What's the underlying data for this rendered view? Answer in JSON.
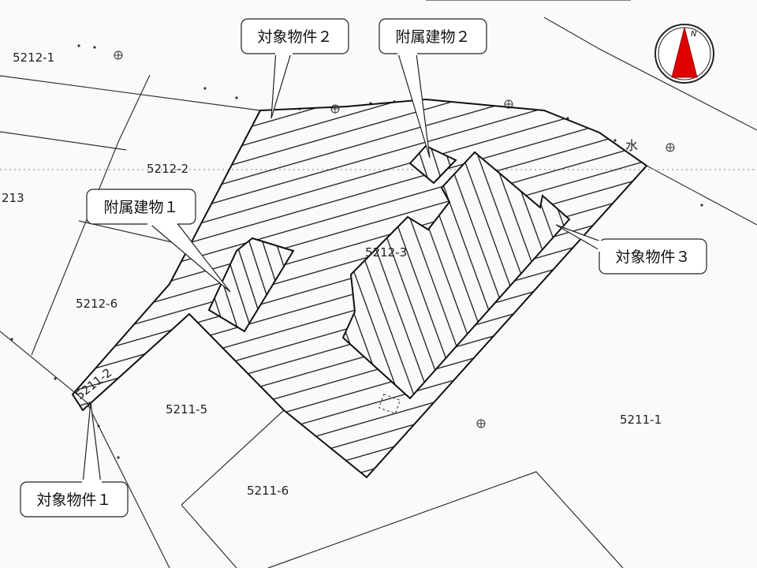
{
  "map": {
    "parcels": [
      {
        "id": "p-5212-1",
        "label": "5212-1"
      },
      {
        "id": "p-5212-2",
        "label": "5212-2"
      },
      {
        "id": "p-5212-3",
        "label": "5212-3"
      },
      {
        "id": "p-5212-6",
        "label": "5212-6"
      },
      {
        "id": "p-213",
        "label": "213"
      },
      {
        "id": "p-5211-2",
        "label": "5211-2"
      },
      {
        "id": "p-5211-5",
        "label": "5211-5"
      },
      {
        "id": "p-5211-6",
        "label": "5211-6"
      },
      {
        "id": "p-5211-1",
        "label": "5211-1"
      }
    ],
    "water_label": "水",
    "callouts": {
      "target1": "対象物件１",
      "target2": "対象物件２",
      "target3": "対象物件３",
      "annex1": "附属建物１",
      "annex2": "附属建物２"
    },
    "compass": {
      "north_label": "N",
      "arrow_color": "#e00000"
    }
  }
}
